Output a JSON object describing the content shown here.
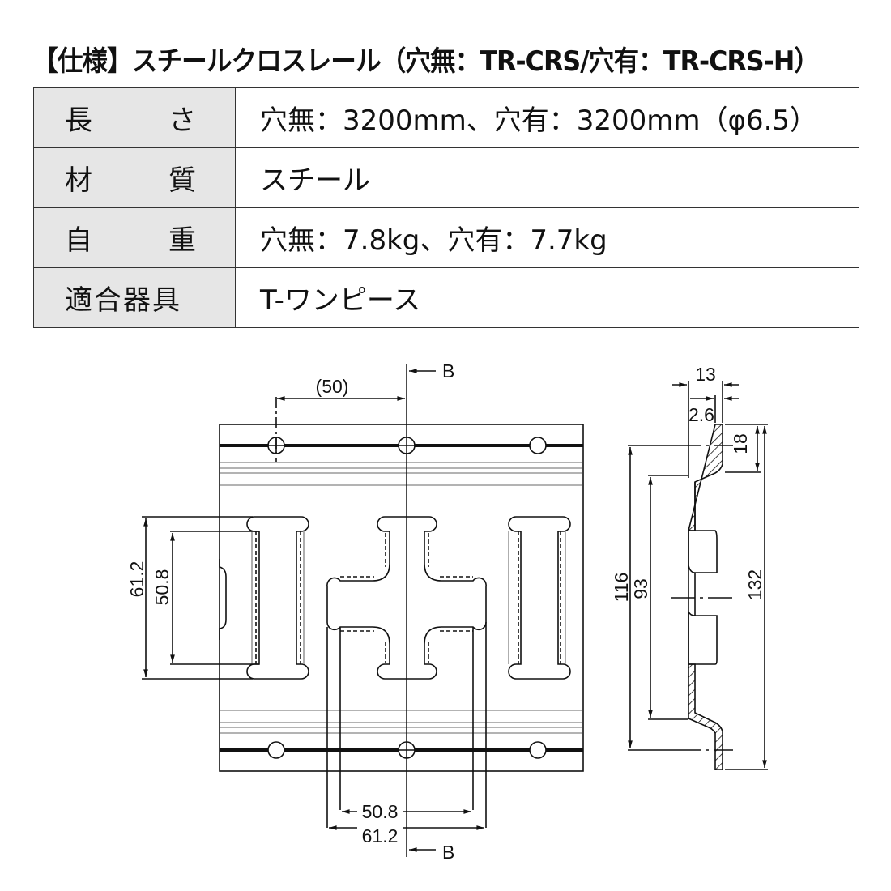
{
  "title": "【仕様】スチールクロスレール（穴無：TR-CRS/穴有：TR-CRS-H）",
  "spec_table": {
    "rows": [
      {
        "label_parts": [
          "長",
          "さ"
        ],
        "value": "穴無：3200mm、穴有：3200mm（φ6.5）"
      },
      {
        "label_parts": [
          "材",
          "質"
        ],
        "value": "スチール"
      },
      {
        "label_parts": [
          "自",
          "重"
        ],
        "value": "穴無：7.8kg、穴有：7.7kg"
      },
      {
        "label_parts": [
          "適合器具"
        ],
        "value": "T-ワンピース"
      }
    ]
  },
  "drawing": {
    "front_view": {
      "section_marker_top": "B",
      "section_marker_bottom": "B",
      "dim_hole_pitch": "(50)",
      "dim_slot_outer_vertical": "61.2",
      "dim_slot_inner_vertical": "50.8",
      "dim_slot_inner_horizontal": "50.8",
      "dim_slot_outer_horizontal": "61.2"
    },
    "section_view": {
      "dim_depth": "13",
      "dim_thickness": "2.6",
      "dim_flange": "18",
      "dim_116": "116",
      "dim_93": "93",
      "dim_total_height": "132"
    }
  }
}
